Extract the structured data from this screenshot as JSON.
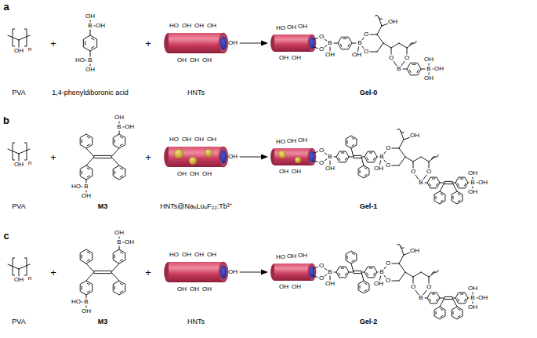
{
  "diagram": {
    "labels": [
      "a",
      "OH",
      "n",
      "PVA",
      "+",
      "B",
      "OH",
      "OH",
      "B",
      "HO",
      "OH",
      "1,4-phenyldiboronic acid",
      "+",
      "HO",
      "OH",
      "OH",
      "OH",
      "OH",
      "OH",
      "OH",
      "OH",
      "HNTs",
      "HO",
      "OH",
      "OH",
      "OH",
      "OH",
      "O",
      "O",
      "B",
      "OH",
      "B",
      "OH",
      "O",
      "O",
      "OH",
      "O",
      "O",
      "B",
      "B",
      "OH",
      "OH",
      "OH",
      "Gel-0",
      "b",
      "OH",
      "n",
      "PVA",
      "+",
      "B",
      "OH",
      "OH",
      "B",
      "HO",
      "OH",
      "M3",
      "+",
      "HO",
      "OH",
      "OH",
      "OH",
      "OH",
      "OH",
      "OH",
      "OH",
      "HNTs@Na₅Lu₉F₃₂:Tb³⁺",
      "HO",
      "OH",
      "OH",
      "OH",
      "OH",
      "O",
      "O",
      "B",
      "OH",
      "B",
      "OH",
      "O",
      "O",
      "OH",
      "O",
      "O",
      "B",
      "B",
      "OH",
      "OH",
      "OH",
      "Gel-1",
      "c",
      "OH",
      "n",
      "PVA",
      "+",
      "B",
      "OH",
      "OH",
      "B",
      "HO",
      "OH",
      "M3",
      "+",
      "HO",
      "OH",
      "OH",
      "OH",
      "OH",
      "OH",
      "OH",
      "OH",
      "HNTs",
      "HO",
      "OH",
      "OH",
      "OH",
      "OH",
      "O",
      "O",
      "B",
      "OH",
      "B",
      "OH",
      "O",
      "O",
      "OH",
      "O",
      "O",
      "B",
      "B",
      "OH",
      "OH",
      "OH",
      "Gel-2"
    ]
  }
}
